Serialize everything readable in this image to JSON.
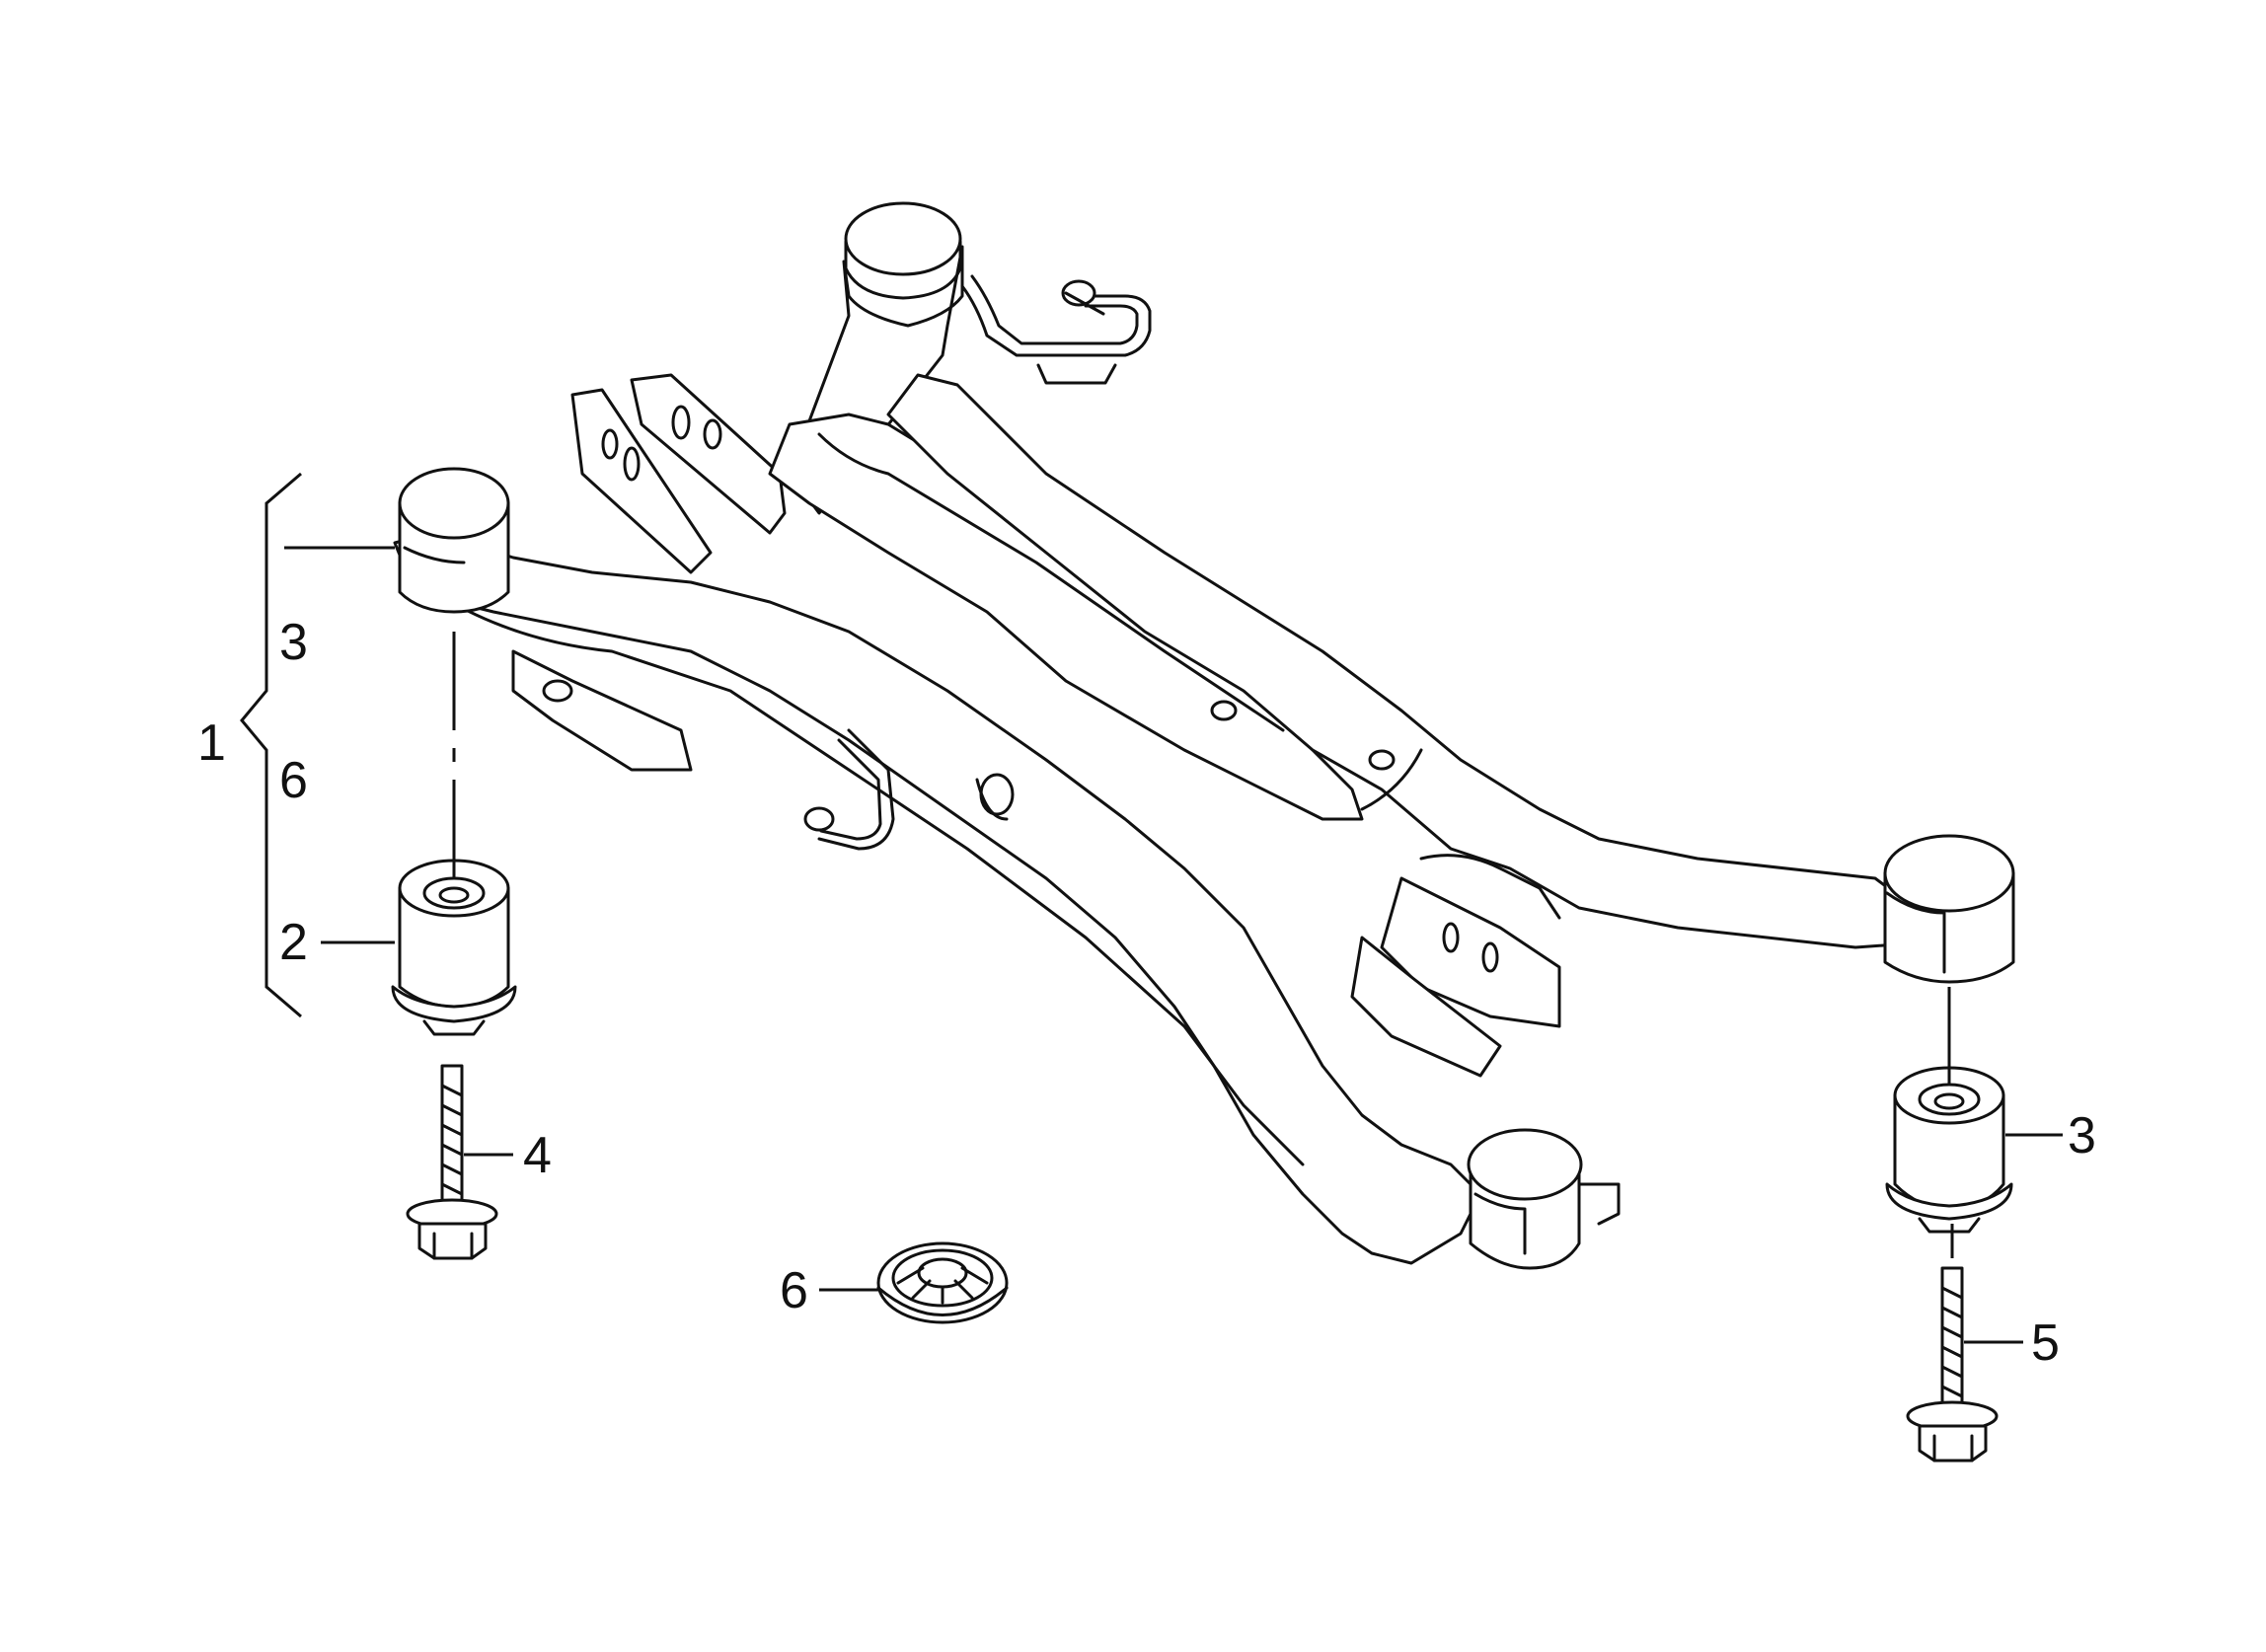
{
  "callouts": {
    "c1": "1",
    "c3_group": "3",
    "c6_group": "6",
    "c2": "2",
    "c4": "4",
    "c6": "6",
    "c3": "3",
    "c5": "5"
  },
  "colors": {
    "line": "#111111",
    "background": "#ffffff"
  }
}
